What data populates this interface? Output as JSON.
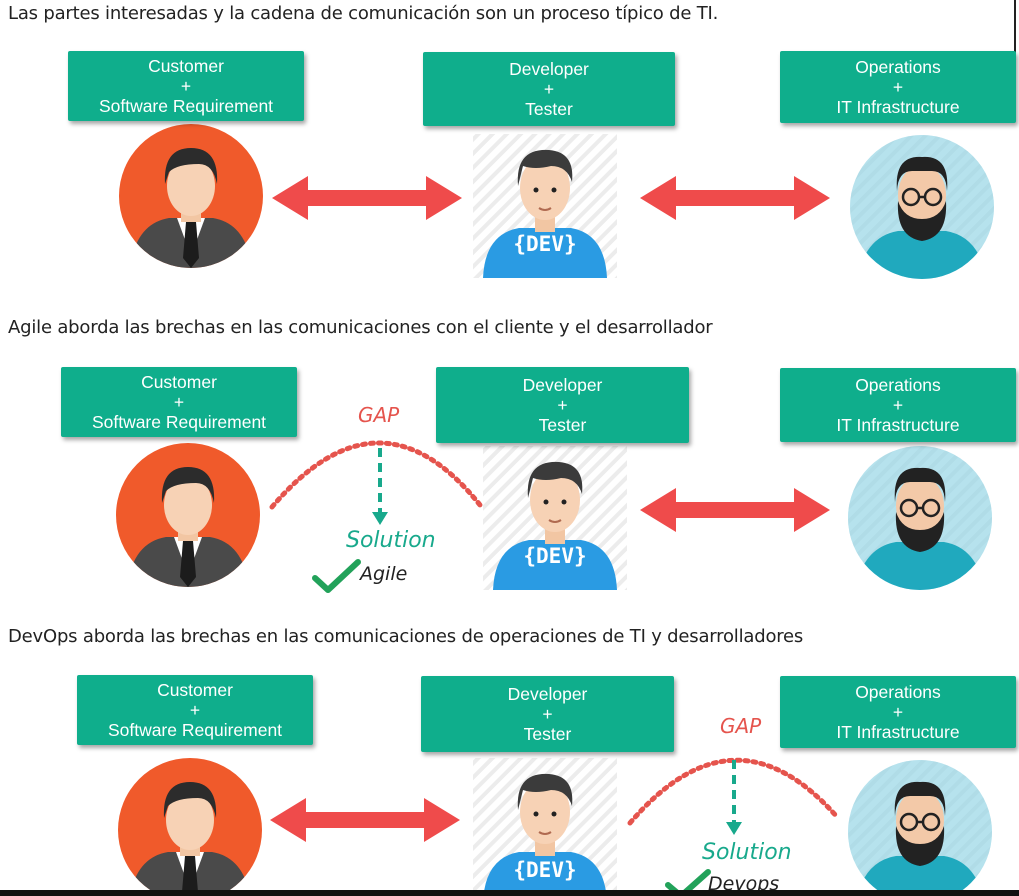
{
  "section1": {
    "heading": "Las partes interesadas y la cadena de comunicación son un proceso típico de TI."
  },
  "section2": {
    "heading": "Agile aborda las brechas en las comunicaciones con el cliente y el desarrollador",
    "gap_label": "GAP",
    "solution_label": "Solution",
    "solution_name": "Agile"
  },
  "section3": {
    "heading": "DevOps aborda las brechas en las comunicaciones de operaciones de TI y desarrolladores",
    "gap_label": "GAP",
    "solution_label": "Solution",
    "solution_name": "Devops"
  },
  "roles": {
    "customer": {
      "line1": "Customer",
      "plus": "+",
      "line2": "Software Requirement"
    },
    "developer": {
      "line1": "Developer",
      "plus": "+",
      "line2": "Tester"
    },
    "operations": {
      "line1": "Operations",
      "plus": "+",
      "line2": "IT Infrastructure"
    }
  },
  "dev_shirt_text": "{DEV}",
  "colors": {
    "box": "#0fae8c",
    "arrow": "#ef4b4b",
    "customer_circle": "#f05a2b",
    "ops_circle": "#8fd3e4",
    "gap_text": "#e5544d",
    "solution_text": "#18a98c",
    "check": "#22a25a"
  },
  "icons": [
    "customer-avatar",
    "developer-avatar",
    "operations-avatar",
    "double-arrow-icon",
    "check-icon"
  ]
}
